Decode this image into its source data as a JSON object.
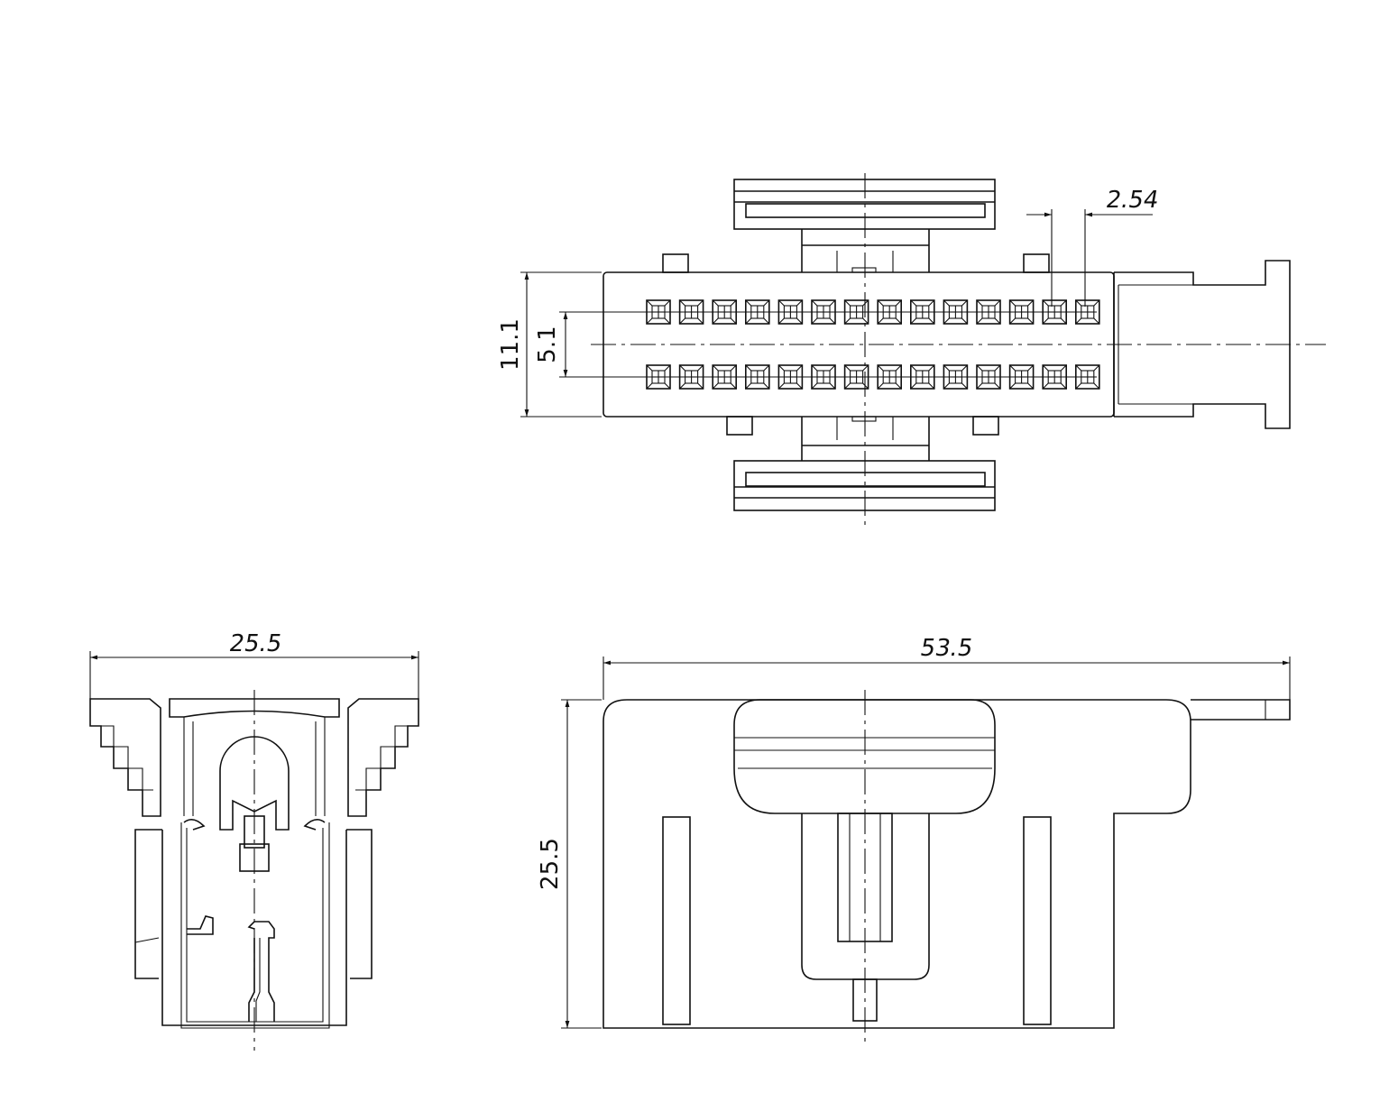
{
  "drawing": {
    "dimensions": {
      "top_pitch": "2.54",
      "top_height": "11.1",
      "top_row_spacing": "5.1",
      "side_width": "25.5",
      "front_width": "53.5",
      "front_height": "25.5"
    },
    "pin_grid": {
      "rows": 2,
      "columns": 14
    },
    "colors": {
      "line": "#111111",
      "background": "#ffffff"
    }
  }
}
